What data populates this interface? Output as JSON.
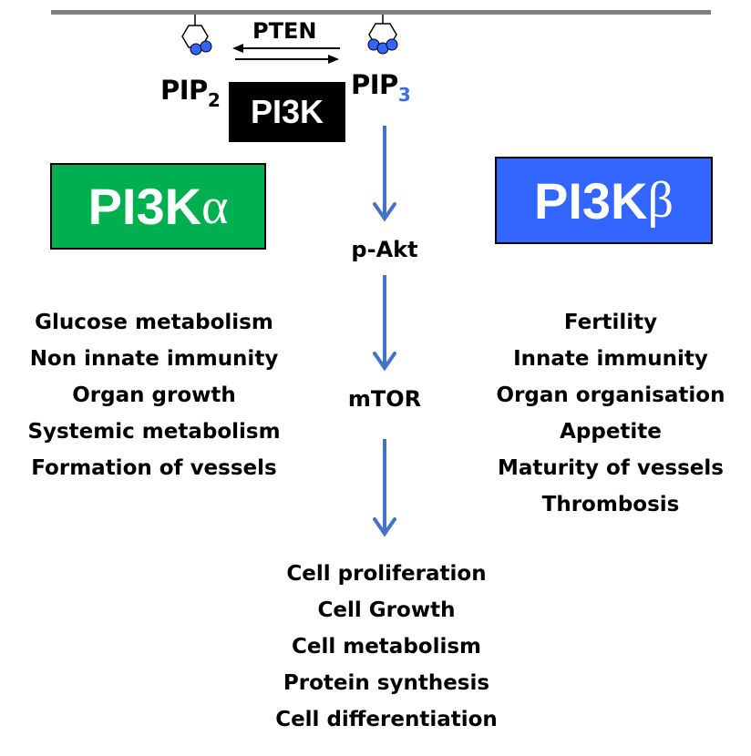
{
  "diagram": {
    "title": "PI3K signaling pathway",
    "membrane": "cell-membrane",
    "top": {
      "pip2": {
        "label": "PIP",
        "subscript": "2"
      },
      "pip3": {
        "label": "PIP",
        "subscript": "3"
      },
      "pten_label": "PTEN",
      "pi3k_label": "PI3K"
    },
    "isoforms": {
      "alpha": {
        "label": "PI3K",
        "greek": "α",
        "color": "#00b050"
      },
      "beta": {
        "label": "PI3K",
        "greek": "β",
        "color": "#3366ff"
      }
    },
    "pathway": {
      "nodes": [
        "p-Akt",
        "mTOR"
      ],
      "arrow_color": "#4472c4"
    },
    "alpha_functions": [
      "Glucose metabolism",
      "Non innate immunity",
      "Organ growth",
      "Systemic metabolism",
      "Formation of vessels"
    ],
    "beta_functions": [
      "Fertility",
      "Innate immunity",
      "Organ organisation",
      "Appetite",
      "Maturity of vessels",
      "Thrombosis"
    ],
    "outcomes": [
      "Cell proliferation",
      "Cell Growth",
      "Cell metabolism",
      "Protein synthesis",
      "Cell differentiation"
    ]
  }
}
